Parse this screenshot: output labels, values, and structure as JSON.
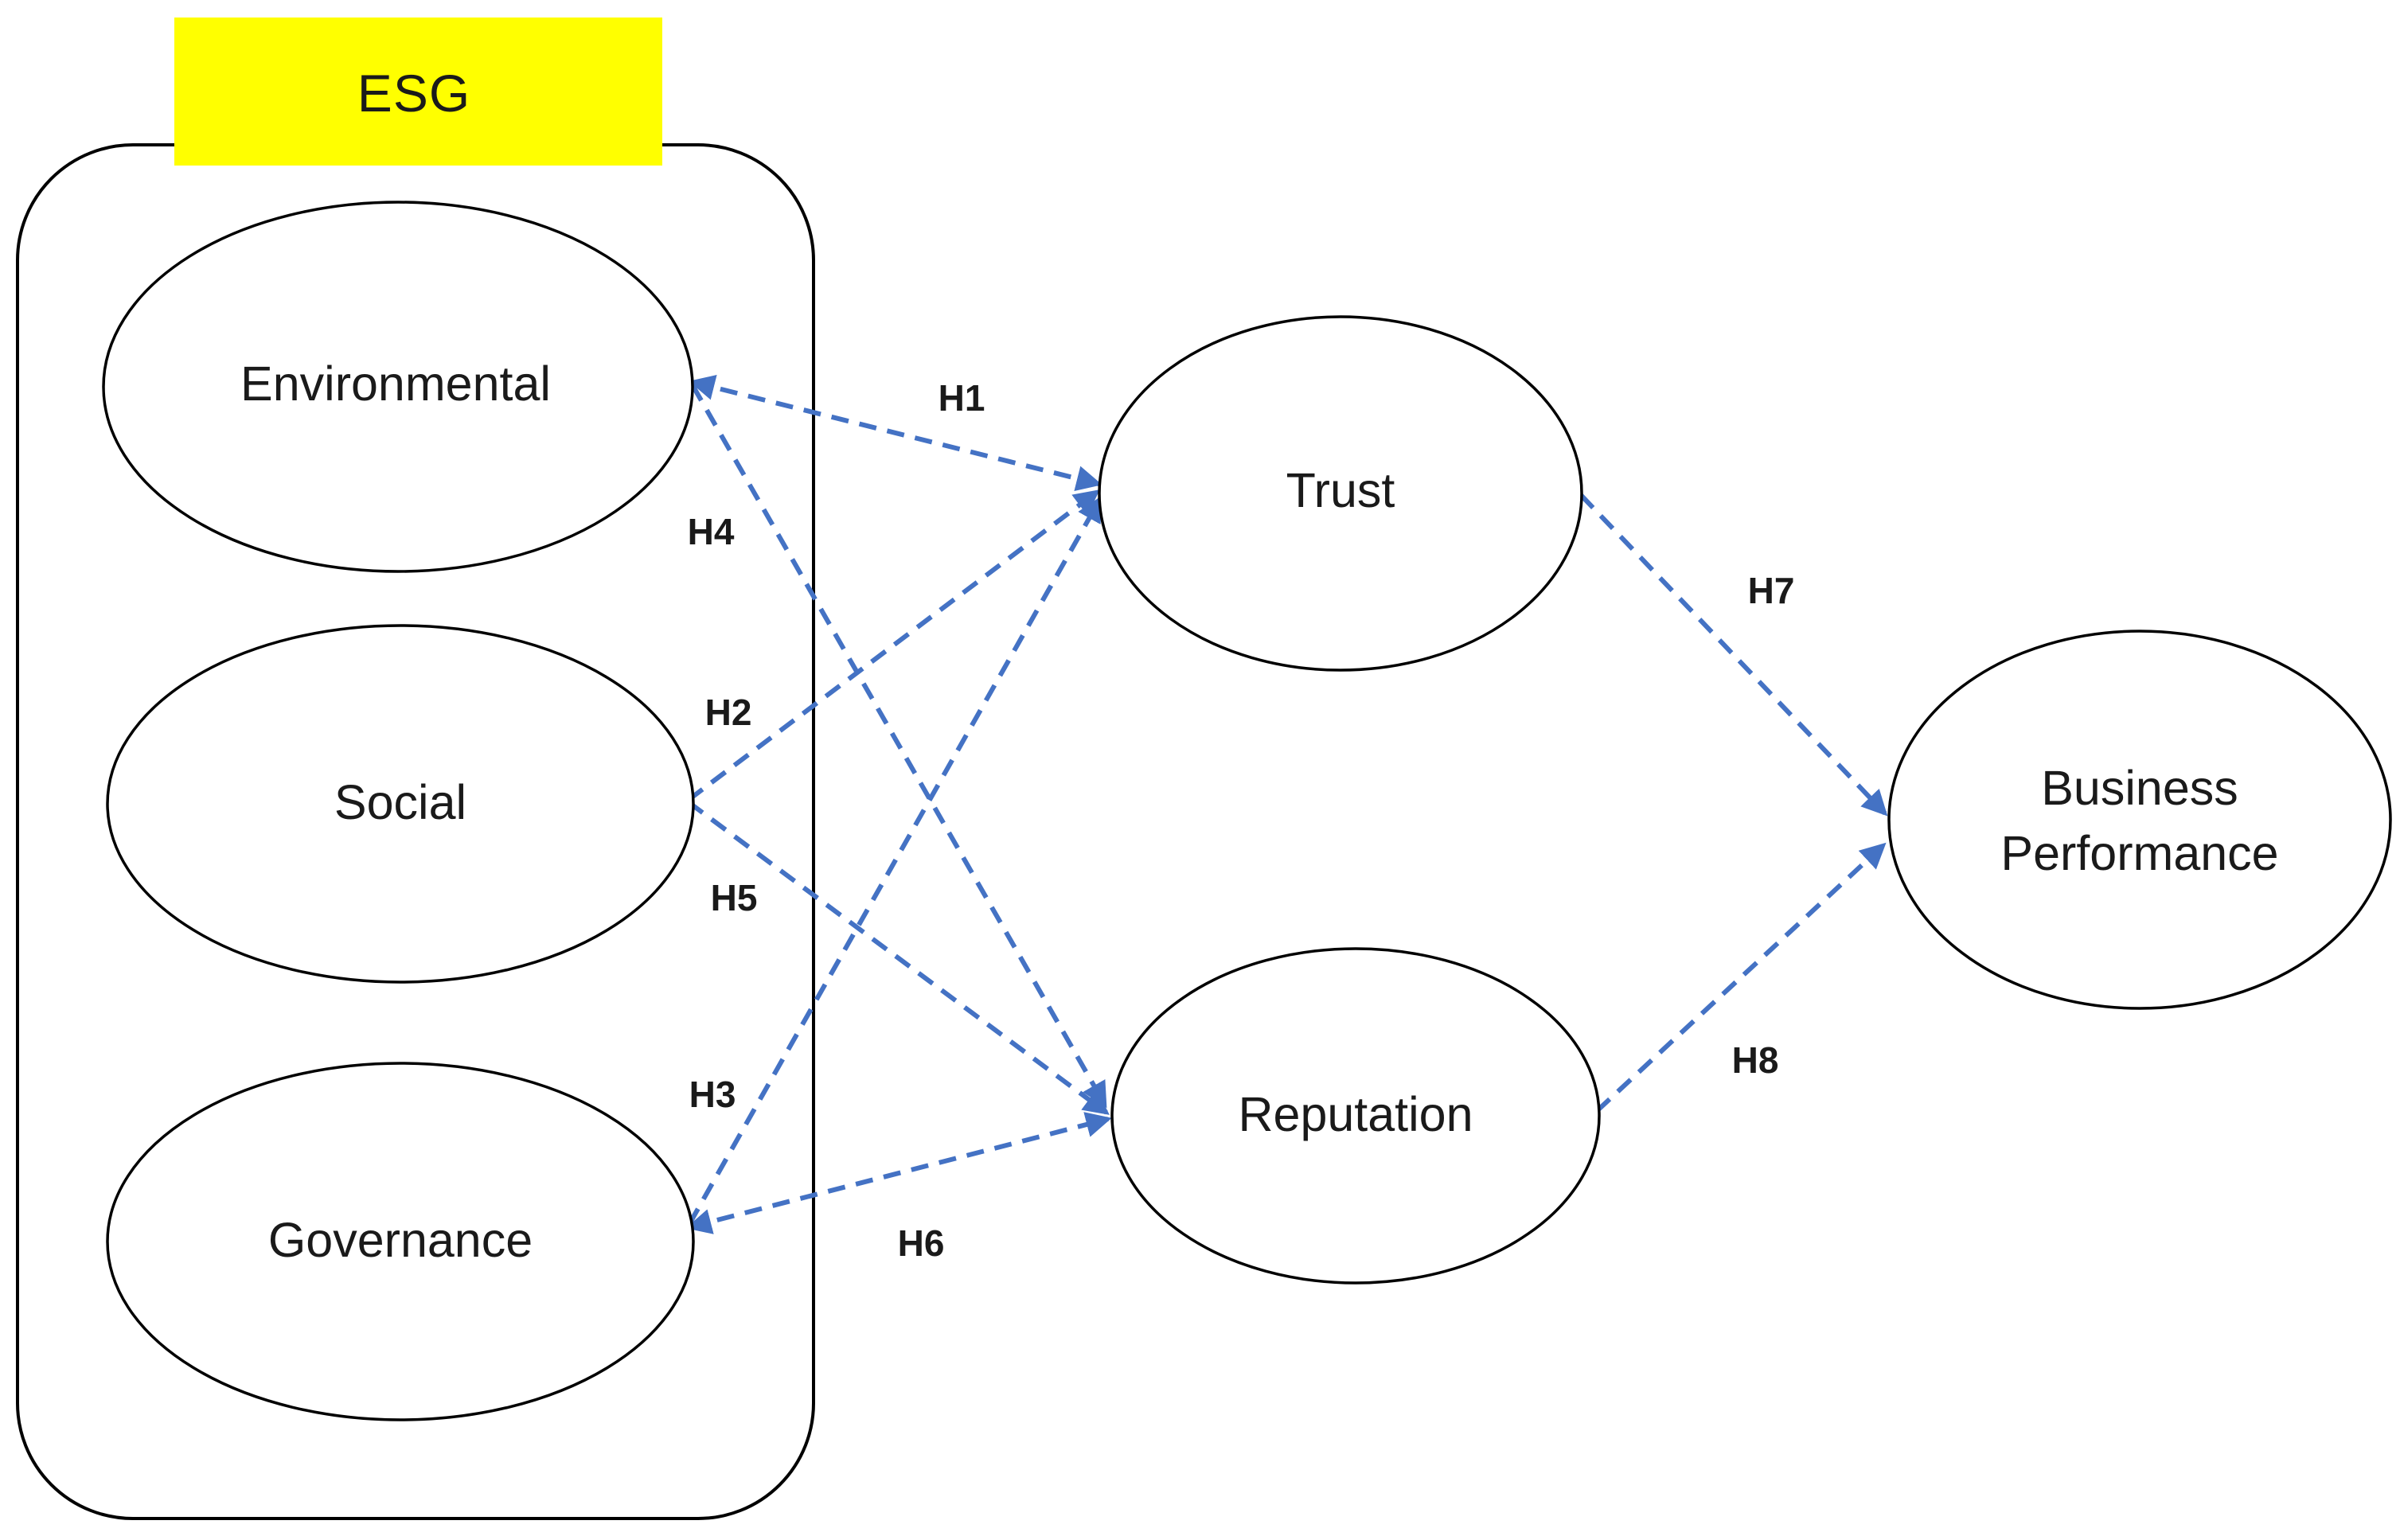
{
  "figure": {
    "esg_box": {
      "label": "ESG"
    },
    "nodes": {
      "environmental": {
        "label": "Environmental"
      },
      "social": {
        "label": "Social"
      },
      "governance": {
        "label": "Governance"
      },
      "trust": {
        "label": "Trust"
      },
      "reputation": {
        "label": "Reputation"
      },
      "business_performance": {
        "label": "Business Performance",
        "line1": "Business",
        "line2": "Performance"
      }
    },
    "hypotheses": {
      "h1": {
        "label": "H1",
        "from": "Environmental",
        "to": "Trust"
      },
      "h2": {
        "label": "H2",
        "from": "Social",
        "to": "Trust"
      },
      "h3": {
        "label": "H3",
        "from": "Governance",
        "to": "Trust"
      },
      "h4": {
        "label": "H4",
        "from": "Environmental",
        "to": "Reputation"
      },
      "h5": {
        "label": "H5",
        "from": "Social",
        "to": "Reputation"
      },
      "h6": {
        "label": "H6",
        "from": "Governance",
        "to": "Reputation"
      },
      "h7": {
        "label": "H7",
        "from": "Trust",
        "to": "Business Performance"
      },
      "h8": {
        "label": "H8",
        "from": "Reputation",
        "to": "Business Performance"
      }
    },
    "colors": {
      "arrow": "#4472C4",
      "esg_fill": "#FFFF00",
      "outline": "#000000",
      "text": "#1a1a1a",
      "background": "#ffffff"
    }
  }
}
